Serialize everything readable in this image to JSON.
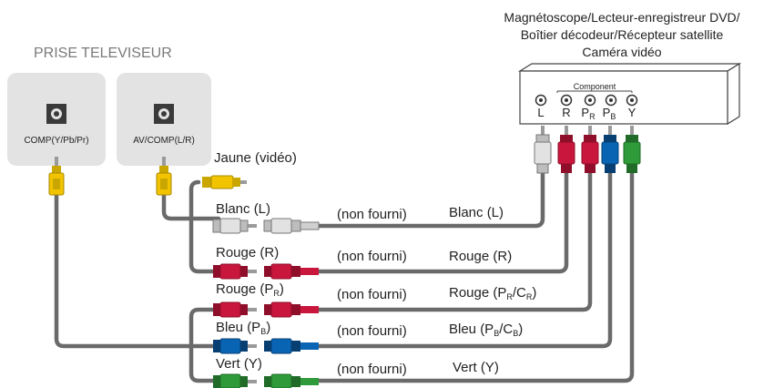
{
  "tv": {
    "title": "PRISE TELEVISEUR",
    "port1_label": "COMP(Y/Pb/Pr)",
    "port2_label": "AV/COMP(L/R)"
  },
  "device": {
    "title_line1": "Magnétoscope/Lecteur-enregistreur DVD/",
    "title_line2": "Boîtier décodeur/Récepteur satellite",
    "title_line3": "Caméra vidéo",
    "panel_label": "Component",
    "jacks": [
      "L",
      "R",
      "P",
      "P",
      "Y"
    ],
    "jack_subs": [
      "",
      "",
      "R",
      "B",
      ""
    ]
  },
  "cables": {
    "yellow": "Jaune (vidéo)",
    "white_left": "Blanc (L)",
    "red_left": "Rouge (R)",
    "pr_left_main": "Rouge (P",
    "pr_left_sub": "R",
    "pr_left_end": ")",
    "blue_left_main": "Bleu (P",
    "blue_left_sub": "B",
    "blue_left_end": ")",
    "green_left": "Vert (Y)",
    "not_supplied": "(non fourni)",
    "white_right": "Blanc (L)",
    "red_right": "Rouge (R)",
    "pr_right_main": "Rouge (P",
    "pr_right_sub1": "R",
    "pr_right_mid": "/C",
    "pr_right_sub2": "R",
    "pr_right_end": ")",
    "blue_right_main": "Bleu (P",
    "blue_right_sub1": "B",
    "blue_right_mid": "/C",
    "blue_right_sub2": "B",
    "blue_right_end": ")",
    "green_right": "Vert (Y)"
  },
  "colors": {
    "yellow": "#f2c400",
    "white": "#d9d9d9",
    "red": "#c8163c",
    "blue": "#0a64b4",
    "green": "#2f9a3a",
    "cable": "#6a6a6a",
    "tv_panel": "#e3e3e3"
  }
}
